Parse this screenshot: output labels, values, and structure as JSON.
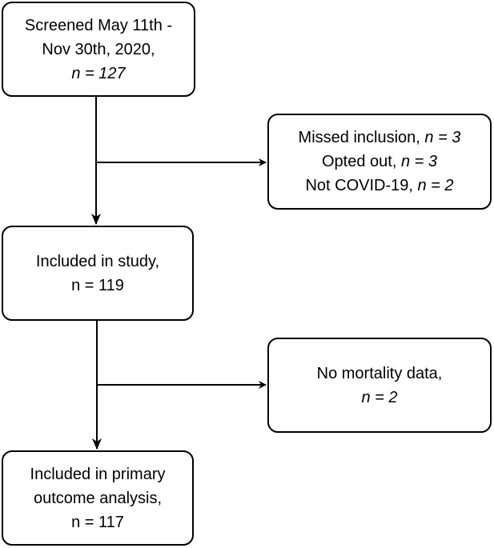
{
  "boxes": {
    "screened": {
      "line1": "Screened May 11th -",
      "line2": "Nov 30th, 2020,",
      "count": "n = 127"
    },
    "excluded_first": {
      "missed_label": "Missed inclusion, ",
      "missed_count": "n = 3",
      "opted_label": "Opted out, ",
      "opted_count": "n = 3",
      "notcovid_label": "Not COVID-19, ",
      "notcovid_count": "n = 2"
    },
    "included": {
      "line1": "Included in study,",
      "count": "n = 119"
    },
    "excluded_second": {
      "line1": "No mortality data,",
      "count": "n = 2"
    },
    "primary": {
      "line1": "Included in primary",
      "line2": "outcome analysis,",
      "count": "n = 117"
    }
  }
}
